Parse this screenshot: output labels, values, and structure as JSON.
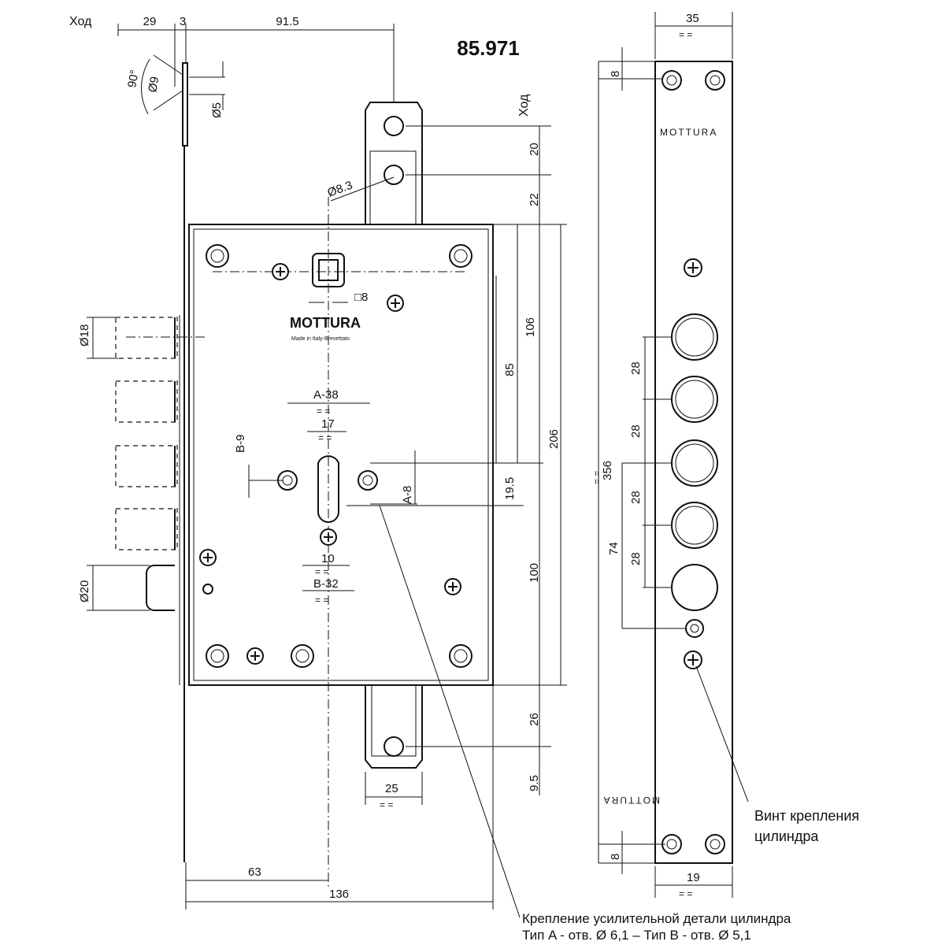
{
  "model": "85.971",
  "labels": {
    "stroke": "Ход",
    "brand": "MOTTURA",
    "made_in": "Made in Italy-Brevettato",
    "brand_plate_top": "MOTTURA",
    "brand_plate_bottom": "MOTTURA",
    "screw_callout_line1": "Винт крепления",
    "screw_callout_line2": "цилиндра",
    "bottom_note_line1": "Крепление усилительной детали цилиндра",
    "bottom_note_line2": "Тип A - отв. Ø 6,1 – Тип B - отв. Ø 5,1"
  },
  "dimensions": {
    "d29": "29",
    "d3": "3",
    "d91_5": "91.5",
    "d35": "35",
    "d8_top": "8",
    "d8_bottom": "8",
    "d19": "19",
    "d20": "20",
    "d22": "22",
    "d106": "106",
    "d85": "85",
    "d206": "206",
    "d19_5": "19.5",
    "d100": "100",
    "d26": "26",
    "d9_5": "9.5",
    "d25": "25",
    "d63": "63",
    "d136": "136",
    "d356": "356",
    "d28_1": "28",
    "d28_2": "28",
    "d28_3": "28",
    "d28_4": "28",
    "d74": "74",
    "angle90": "90°",
    "dia9": "Ø9",
    "dia5": "Ø5",
    "dia8_3": "Ø8.3",
    "dia18": "Ø18",
    "dia20": "Ø20",
    "square8": "□8",
    "a38": "A-38",
    "d17": "17",
    "b9": "B-9",
    "a8": "A-8",
    "d10": "10",
    "b32": "B-32",
    "eq": "= ="
  }
}
